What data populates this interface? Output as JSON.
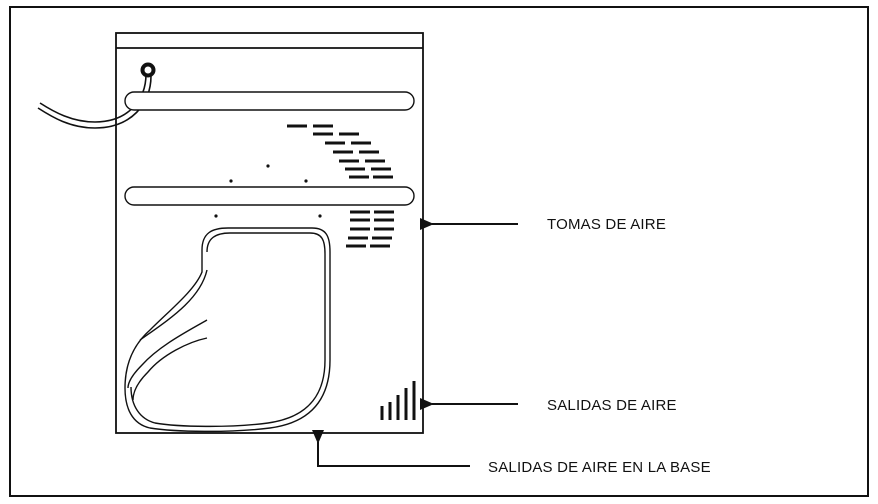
{
  "labels": {
    "air_intakes": "TOMAS DE AIRE",
    "air_outlets": "SALIDAS DE AIRE",
    "base_air_outlets": "SALIDAS DE AIRE EN LA BASE"
  },
  "colors": {
    "ink": "#111111",
    "background": "#ffffff"
  }
}
